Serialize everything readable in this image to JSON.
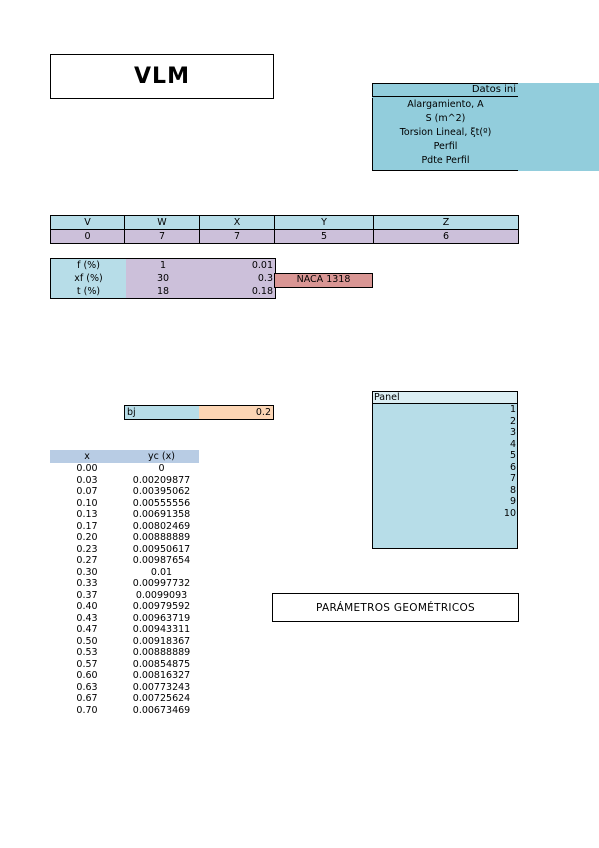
{
  "title": "VLM",
  "datos": {
    "header": "Datos ini",
    "items": [
      "Alargamiento, A",
      "S (m^2)",
      "Torsion Lineal, ξt(º)",
      "Perfil",
      "Pdte Perfil"
    ]
  },
  "vtable": {
    "headers": [
      "V",
      "W",
      "X",
      "Y",
      "Z"
    ],
    "values": [
      "0",
      "7",
      "7",
      "5",
      "6"
    ]
  },
  "params": [
    {
      "label": "f (%)",
      "pct": "1",
      "frac": "0.01"
    },
    {
      "label": "xf (%)",
      "pct": "30",
      "frac": "0.3"
    },
    {
      "label": "t (%)",
      "pct": "18",
      "frac": "0.18"
    }
  ],
  "naca": "NACA 1318",
  "bj": {
    "label": "bj",
    "value": "0.2"
  },
  "panel": {
    "header": "Panel",
    "items": [
      "1",
      "2",
      "3",
      "4",
      "5",
      "6",
      "7",
      "8",
      "9",
      "10"
    ]
  },
  "xtable": {
    "headers": [
      "x",
      "yc (x)"
    ],
    "rows": [
      [
        "0.00",
        "0"
      ],
      [
        "0.03",
        "0.00209877"
      ],
      [
        "0.07",
        "0.00395062"
      ],
      [
        "0.10",
        "0.00555556"
      ],
      [
        "0.13",
        "0.00691358"
      ],
      [
        "0.17",
        "0.00802469"
      ],
      [
        "0.20",
        "0.00888889"
      ],
      [
        "0.23",
        "0.00950617"
      ],
      [
        "0.27",
        "0.00987654"
      ],
      [
        "0.30",
        "0.01"
      ],
      [
        "0.33",
        "0.00997732"
      ],
      [
        "0.37",
        "0.0099093"
      ],
      [
        "0.40",
        "0.00979592"
      ],
      [
        "0.43",
        "0.00963719"
      ],
      [
        "0.47",
        "0.00943311"
      ],
      [
        "0.50",
        "0.00918367"
      ],
      [
        "0.53",
        "0.00888889"
      ],
      [
        "0.57",
        "0.00854875"
      ],
      [
        "0.60",
        "0.00816327"
      ],
      [
        "0.63",
        "0.00773243"
      ],
      [
        "0.67",
        "0.00725624"
      ],
      [
        "0.70",
        "0.00673469"
      ]
    ]
  },
  "parametros": "PARÁMETROS GEOMÉTRICOS",
  "colors": {
    "light_blue": "#b7dde8",
    "mid_blue": "#92cddc",
    "lavender": "#ccc0da",
    "naca_red": "#d99694",
    "peach": "#fcd5b4",
    "header_blue": "#b8cce4"
  }
}
